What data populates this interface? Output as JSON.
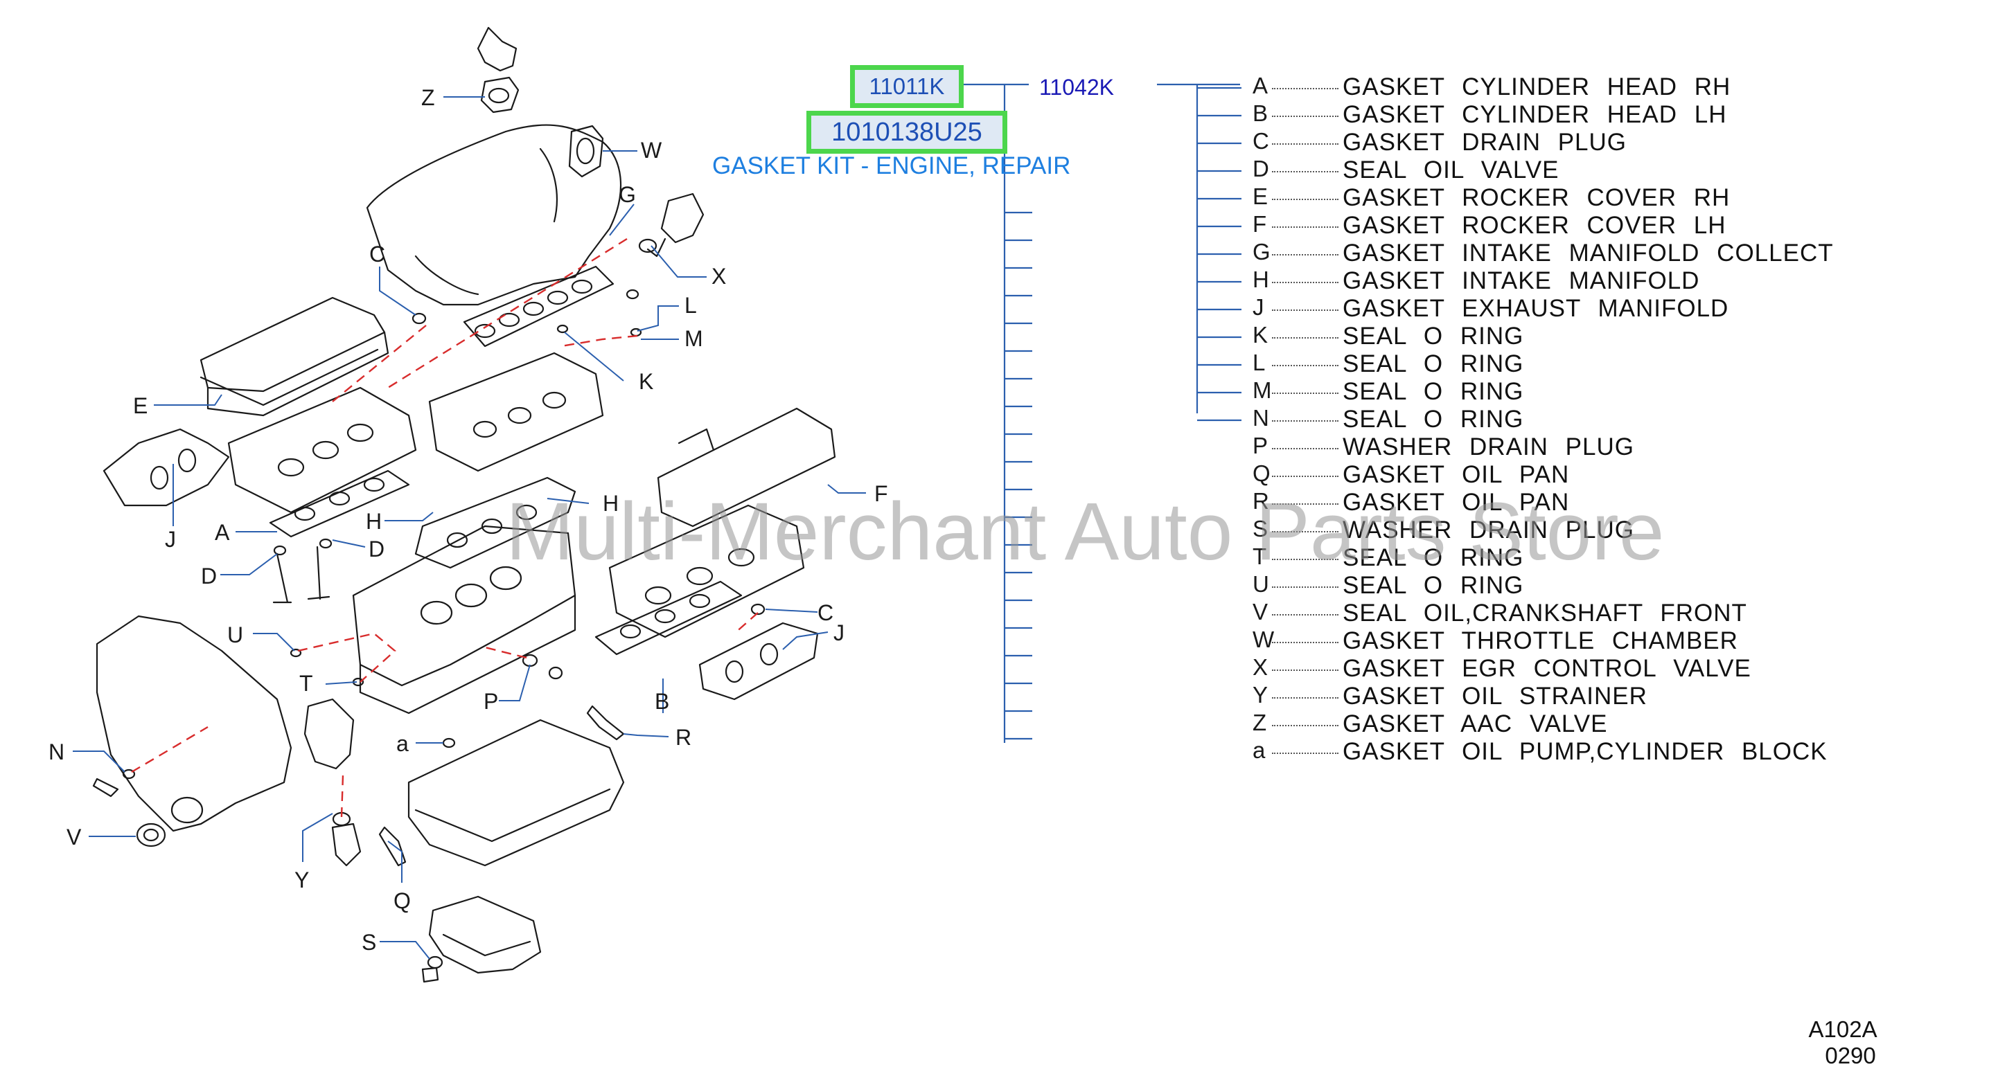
{
  "diagram": {
    "callout_letters": {
      "Z": "Z",
      "W": "W",
      "G": "G",
      "X": "X",
      "C": "C",
      "L": "L",
      "M": "M",
      "K": "K",
      "E": "E",
      "J": "J",
      "A": "A",
      "H": "H",
      "D": "D",
      "F": "F",
      "U": "U",
      "T": "T",
      "P": "P",
      "B": "B",
      "R": "R",
      "N": "N",
      "a": "a",
      "V": "V",
      "Y": "Y",
      "Q": "Q",
      "S": "S"
    }
  },
  "part_numbers": {
    "selected_primary": "11011K",
    "selected_secondary": "1010138U25",
    "sub_assembly": "11042K",
    "kit_title": "GASKET KIT - ENGINE, REPAIR"
  },
  "parts_list": [
    {
      "letter": "A",
      "description": "GASKET CYLINDER HEAD RH"
    },
    {
      "letter": "B",
      "description": "GASKET CYLINDER HEAD LH"
    },
    {
      "letter": "C",
      "description": "GASKET DRAIN PLUG"
    },
    {
      "letter": "D",
      "description": "SEAL OIL VALVE"
    },
    {
      "letter": "E",
      "description": "GASKET ROCKER COVER RH"
    },
    {
      "letter": "F",
      "description": "GASKET ROCKER COVER LH"
    },
    {
      "letter": "G",
      "description": "GASKET INTAKE MANIFOLD COLLECT"
    },
    {
      "letter": "H",
      "description": "GASKET INTAKE MANIFOLD"
    },
    {
      "letter": "J",
      "description": "GASKET EXHAUST MANIFOLD"
    },
    {
      "letter": "K",
      "description": "SEAL O RING"
    },
    {
      "letter": "L",
      "description": "SEAL O RING"
    },
    {
      "letter": "M",
      "description": "SEAL O RING"
    },
    {
      "letter": "N",
      "description": "SEAL O RING"
    },
    {
      "letter": "P",
      "description": "WASHER DRAIN PLUG"
    },
    {
      "letter": "Q",
      "description": "GASKET OIL PAN"
    },
    {
      "letter": "R",
      "description": "GASKET OIL PAN"
    },
    {
      "letter": "S",
      "description": "WASHER DRAIN PLUG"
    },
    {
      "letter": "T",
      "description": "SEAL O RING"
    },
    {
      "letter": "U",
      "description": "SEAL O RING"
    },
    {
      "letter": "V",
      "description": "SEAL OIL,CRANKSHAFT FRONT"
    },
    {
      "letter": "W",
      "description": "GASKET THROTTLE CHAMBER"
    },
    {
      "letter": "X",
      "description": "GASKET EGR CONTROL VALVE"
    },
    {
      "letter": "Y",
      "description": "GASKET OIL STRAINER"
    },
    {
      "letter": "Z",
      "description": "GASKET AAC VALVE"
    },
    {
      "letter": "a",
      "description": "GASKET OIL PUMP,CYLINDER BLOCK"
    }
  ],
  "watermark": "Multi-Merchant Auto Parts Store",
  "footer": {
    "code": "A102A",
    "number": "0290"
  },
  "colors": {
    "highlight_border": "#4cd64c",
    "highlight_fill": "#dfe9f4",
    "link_blue": "#1d4fb5",
    "title_blue": "#1e7fe0",
    "callout_blue": "#2b5fae",
    "dash_red": "#d82c2c"
  }
}
